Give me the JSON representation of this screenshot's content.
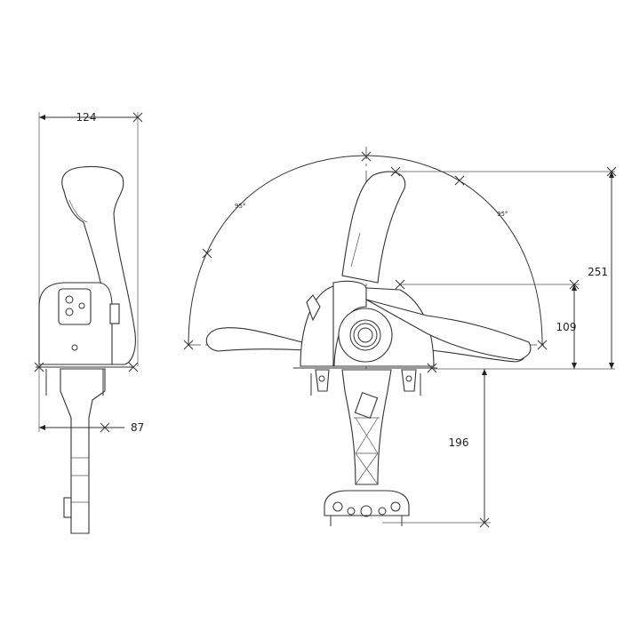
{
  "side_view": {
    "width_dimension": "124",
    "offset_dimension": "87"
  },
  "front_view": {
    "angle_left": "95°",
    "angle_right": "95°",
    "height_total": "251",
    "height_hub": "109",
    "depth_below_mount": "196"
  },
  "colors": {
    "line": "#333333",
    "background": "#ffffff"
  }
}
